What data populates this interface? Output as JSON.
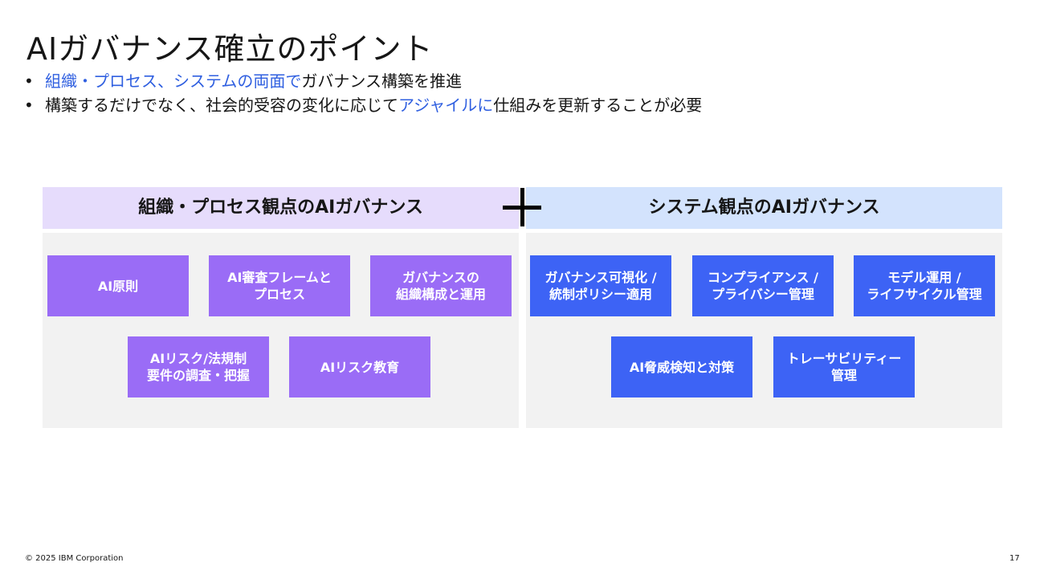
{
  "slide": {
    "title": "AIガバナンス確立のポイント",
    "bullets": [
      {
        "highlight": "組織・プロセス、システムの両面で",
        "rest": "ガバナンス構築を推進"
      },
      {
        "pre": "構築するだけでなく、社会的受容の変化に応じて",
        "highlight": "アジャイルに",
        "post": "仕組みを更新することが必要"
      }
    ],
    "bullet_marker": "•"
  },
  "left_panel": {
    "header": "組織・プロセス観点のAIガバナンス",
    "color": "#9a6cf6",
    "boxes": [
      "AI原則",
      "AI審査フレームと\nプロセス",
      "ガバナンスの\n組織構成と運用",
      "AIリスク/法規制\n要件の調査・把握",
      "AIリスク教育"
    ]
  },
  "right_panel": {
    "header": "システム観点のAIガバナンス",
    "color": "#3d63f5",
    "boxes": [
      "ガバナンス可視化 /\n統制ポリシー適用",
      "コンプライアンス /\nプライバシー管理",
      "モデル運用 /\nライフサイクル管理",
      "AI脅威検知と対策",
      "トレーサビリティー\n管理"
    ]
  },
  "connector_icon": "plus-icon",
  "footer": {
    "copyright": "© 2025 IBM Corporation",
    "page_number": "17"
  }
}
